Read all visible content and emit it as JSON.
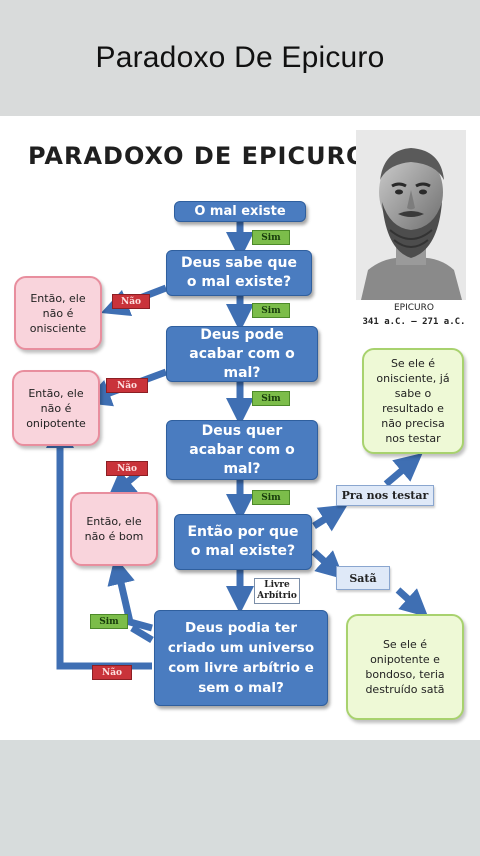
{
  "header": {
    "title": "Paradoxo De Epicuro"
  },
  "poster": {
    "title": "PARADOXO DE EPICURO",
    "portrait": {
      "name": "EPICURO",
      "dates": "341 a.C. — 271 a.C."
    },
    "questions": {
      "q1": "O mal existe",
      "q2": "Deus sabe que o mal existe?",
      "q3": "Deus pode acabar com o mal?",
      "q4": "Deus quer acabar com o mal?",
      "q5": "Então por que o mal existe?",
      "q6": "Deus podia ter criado um universo com livre arbítrio e sem o mal?"
    },
    "conclusions": {
      "onisciente": "Então, ele não é onisciente",
      "onipotente": "Então, ele não é onipotente",
      "bom": "Então, ele não é bom",
      "testar_result": "Se ele é onisciente, já sabe o resultado e não precisa nos testar",
      "sata_result": "Se ele é onipotente e bondoso, teria destruído satã"
    },
    "labels": {
      "sim": "Sim",
      "nao": "Não",
      "livre": "Livre Arbítrio",
      "testar": "Pra nos testar",
      "sata": "Satã"
    }
  }
}
